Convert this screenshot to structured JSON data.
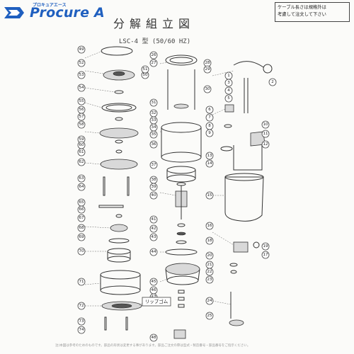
{
  "logo": {
    "tagline": "プロキュアエース",
    "wordmark": "Procure A"
  },
  "title": "分解組立図",
  "model": "LSC-4 型 (50/60 HZ)",
  "note": {
    "line1": "ケーブル長さは規格外は",
    "line2": "考慮して注文して下さい"
  },
  "callout_lipgum": "リップゴム",
  "footnote": "注)本図は参考のためのものです。部品の形状は変更する事があります。部品ご注文の際は型式・製造番号・部品番号をご指示ください。",
  "labels": [
    "1",
    "2",
    "3",
    "4",
    "5",
    "6",
    "7",
    "8",
    "9",
    "10",
    "11",
    "12",
    "13",
    "14",
    "15",
    "16",
    "17",
    "18",
    "19",
    "20",
    "21",
    "22",
    "23",
    "24",
    "25",
    "26",
    "27",
    "28",
    "29",
    "30",
    "31",
    "32",
    "33",
    "34",
    "35",
    "36",
    "37",
    "38",
    "39",
    "40",
    "41",
    "42",
    "43",
    "44",
    "45",
    "46",
    "47",
    "48",
    "49",
    "50",
    "51",
    "52",
    "53",
    "54",
    "55",
    "56",
    "57",
    "58",
    "59",
    "60",
    "61",
    "62",
    "63",
    "64",
    "65",
    "66",
    "67",
    "68",
    "69",
    "70",
    "71",
    "72",
    "73",
    "74"
  ]
}
